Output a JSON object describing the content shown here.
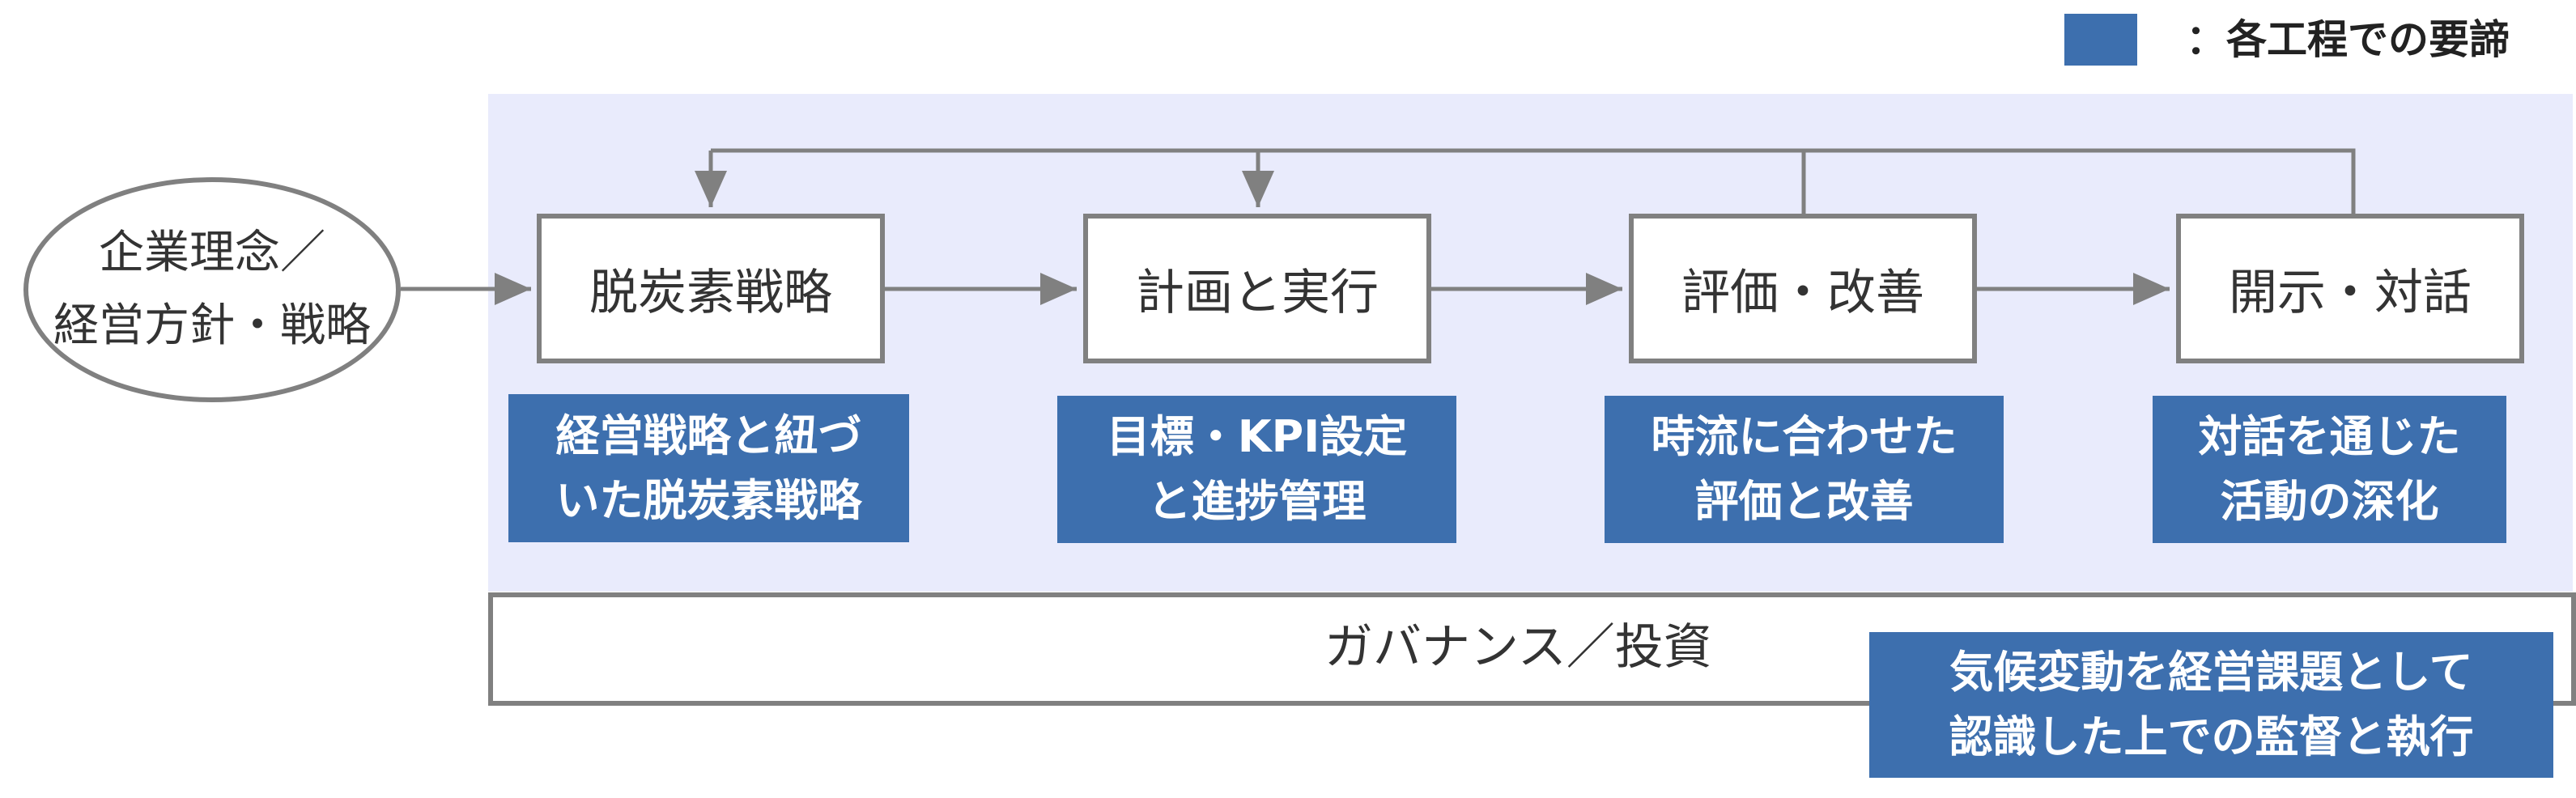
{
  "legend": {
    "swatch_color": "#3d6fae",
    "label": "：各工程での要諦"
  },
  "start_node": {
    "line1": "企業理念／",
    "line2": "経営方針・戦略"
  },
  "processes": [
    {
      "label": "脱炭素戦略",
      "key_point": "経営戦略と紐づ\nいた脱炭素戦略"
    },
    {
      "label": "計画と実行",
      "key_point": "目標・KPI設定\nと進捗管理"
    },
    {
      "label": "評価・改善",
      "key_point": "時流に合わせた\n評価と改善"
    },
    {
      "label": "開示・対話",
      "key_point": "対話を通じた\n活動の深化"
    }
  ],
  "governance": {
    "label": "ガバナンス／投資",
    "key_point": "気候変動を経営課題として\n認識した上での監督と執行"
  },
  "colors": {
    "panel_background": "#e9ebfc",
    "key_box": "#3d6fae",
    "outline": "#808080"
  }
}
